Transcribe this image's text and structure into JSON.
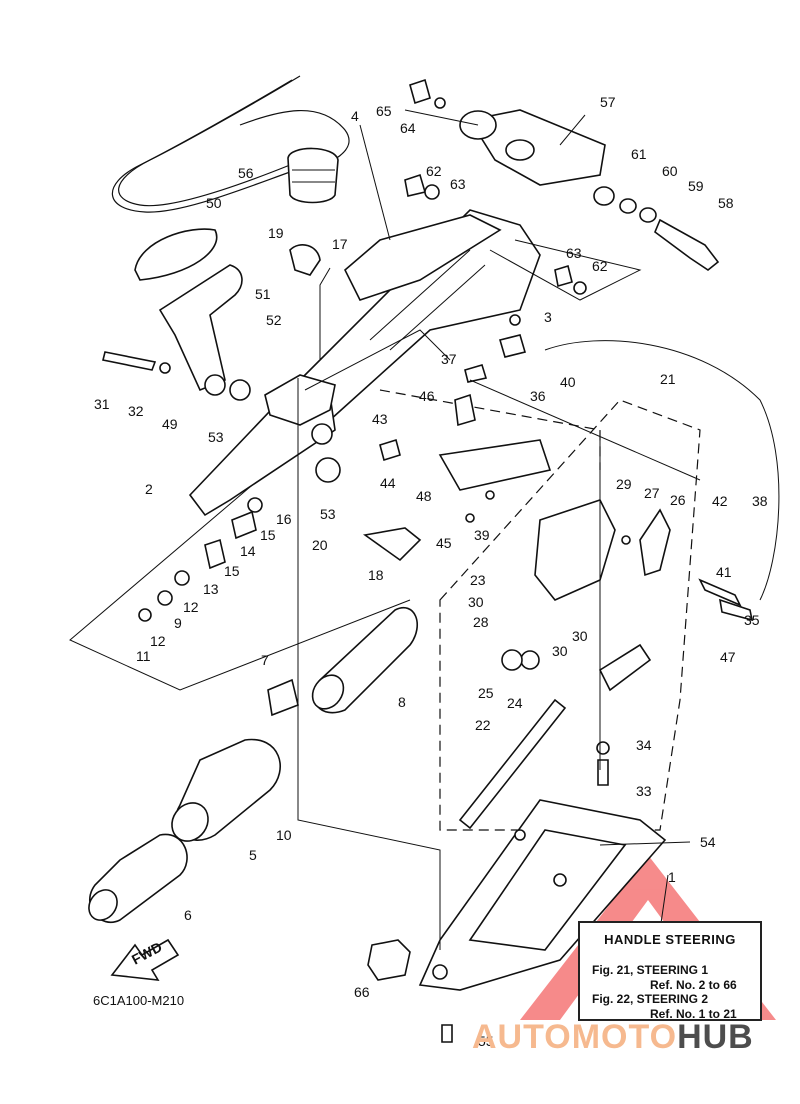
{
  "diagram": {
    "code": "6C1A100-M210",
    "fwd_label": "FWD",
    "refs": [
      "1",
      "2",
      "3",
      "4",
      "5",
      "6",
      "7",
      "8",
      "9",
      "10",
      "11",
      "12",
      "13",
      "14",
      "15",
      "16",
      "17",
      "18",
      "19",
      "20",
      "21",
      "22",
      "23",
      "24",
      "25",
      "26",
      "27",
      "28",
      "29",
      "30",
      "31",
      "32",
      "33",
      "34",
      "35",
      "36",
      "37",
      "38",
      "39",
      "40",
      "41",
      "42",
      "43",
      "44",
      "45",
      "46",
      "47",
      "48",
      "49",
      "50",
      "51",
      "52",
      "53",
      "54",
      "55",
      "56",
      "57",
      "58",
      "59",
      "60",
      "61",
      "62",
      "63",
      "64",
      "65",
      "66"
    ]
  },
  "legend": {
    "title": "HANDLE STEERING",
    "line1_left": "Fig. 21, STEERING 1",
    "line1_right": "Ref. No. 2 to 66",
    "line2_left": "Fig. 22, STEERING 2",
    "line2_right": "Ref. No. 1 to 21"
  },
  "watermark": {
    "part1": "AUTOMOTO",
    "part2": "HUB",
    "color1": "#f6b98f",
    "color2": "#4d4d4d"
  }
}
